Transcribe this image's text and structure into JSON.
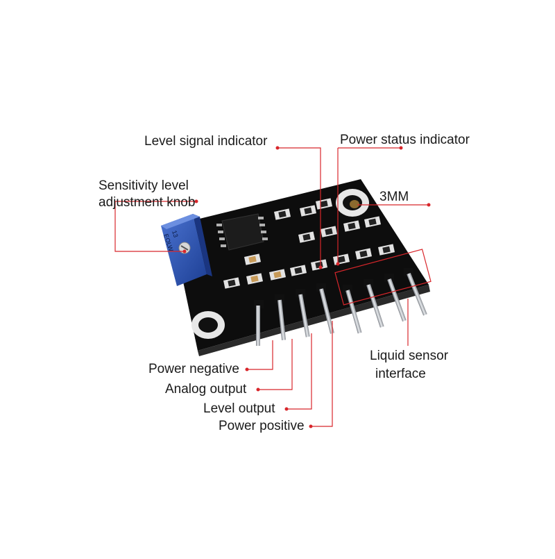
{
  "labels": {
    "level_signal_indicator": "Level signal indicator",
    "power_status_indicator": "Power status indicator",
    "sensitivity_line1": "Sensitivity level",
    "sensitivity_line2": "adjustment knob",
    "hole_size": "3MM",
    "power_negative": "Power negative",
    "analog_output": "Analog output",
    "level_output": "Level output",
    "power_positive": "Power positive",
    "liquid_sensor_line1": "Liquid sensor",
    "liquid_sensor_line2": "interface"
  },
  "potentiometer_marking": {
    "line1": "13",
    "line2": "EOLW"
  },
  "colors": {
    "callout_line": "#d8262b",
    "pcb": "#141414",
    "pot_body": "#2d56b8",
    "pin": "#b8bcc2",
    "smd_pad": "#d9d9d9"
  }
}
